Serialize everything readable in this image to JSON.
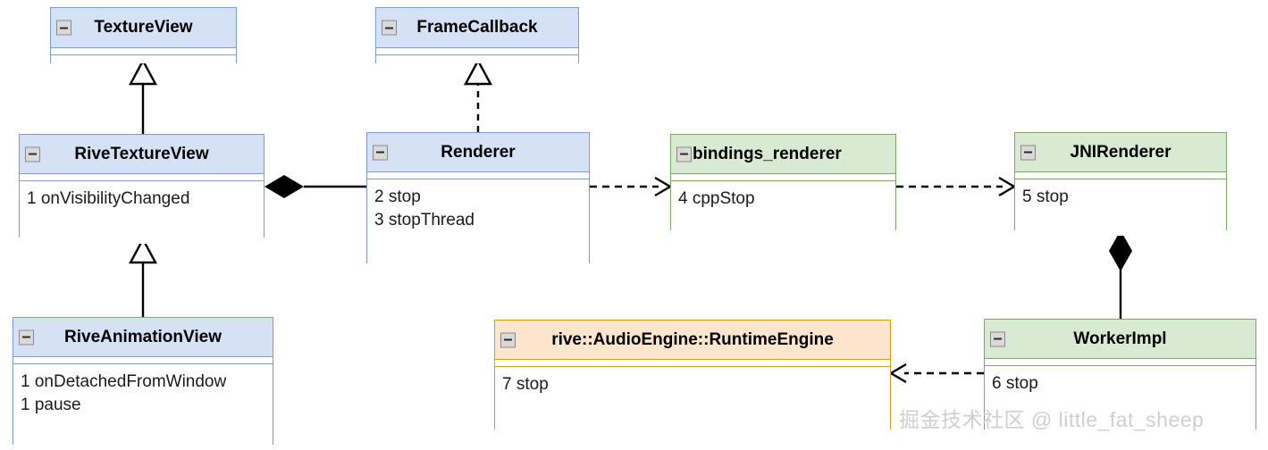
{
  "diagram": {
    "title": "Rive stop call-chain UML class diagram",
    "watermark": "掘金技术社区 @ little_fat_sheep",
    "colors": {
      "blue_header": "#d5e2f5",
      "blue_border": "#7e9cc8",
      "green_header": "#d9ead3",
      "green_border": "#7aa86a",
      "orange_header": "#fce5cd",
      "orange_border": "#d4a017",
      "line": "#000000",
      "watermark": "#cfcfcf"
    },
    "icons": {
      "collapse": "minus-icon"
    }
  },
  "classes": {
    "textureview": {
      "name": "TextureView",
      "members": []
    },
    "framecallback": {
      "name": "FrameCallback",
      "members": []
    },
    "rivetextureview": {
      "name": "RiveTextureView",
      "members": [
        "1 onVisibilityChanged"
      ]
    },
    "renderer": {
      "name": "Renderer",
      "members": [
        "2 stop",
        "3 stopThread"
      ]
    },
    "bindings_renderer": {
      "name": "bindings_renderer",
      "members": [
        "4 cppStop"
      ]
    },
    "jnirenderer": {
      "name": "JNIRenderer",
      "members": [
        "5 stop"
      ]
    },
    "riveanimationview": {
      "name": "RiveAnimationView",
      "members": [
        "1 onDetachedFromWindow",
        "1 pause"
      ]
    },
    "runtimeengine": {
      "name": "rive::AudioEngine::RuntimeEngine",
      "members": [
        "7 stop"
      ]
    },
    "workerimpl": {
      "name": "WorkerImpl",
      "members": [
        "6 stop"
      ]
    }
  },
  "relations": [
    {
      "from": "rivetextureview",
      "to": "textureview",
      "type": "generalization"
    },
    {
      "from": "riveanimationview",
      "to": "rivetextureview",
      "type": "generalization"
    },
    {
      "from": "renderer",
      "to": "framecallback",
      "type": "realization"
    },
    {
      "from": "rivetextureview",
      "to": "renderer",
      "type": "composition"
    },
    {
      "from": "renderer",
      "to": "bindings_renderer",
      "type": "dependency"
    },
    {
      "from": "bindings_renderer",
      "to": "jnirenderer",
      "type": "dependency"
    },
    {
      "from": "jnirenderer",
      "to": "workerimpl",
      "type": "composition"
    },
    {
      "from": "workerimpl",
      "to": "runtimeengine",
      "type": "dependency"
    }
  ]
}
